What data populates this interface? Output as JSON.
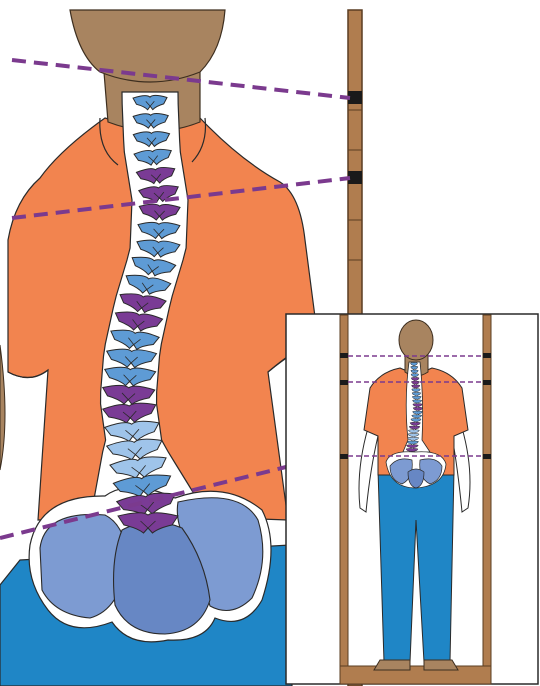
{
  "colors": {
    "background": "#ffffff",
    "skin": "#a88460",
    "skin_outline": "#3d2e1f",
    "shirt": "#f2844f",
    "trousers": "#1f86c6",
    "pelvis": "#7d9bd2",
    "pelvis_dark": "#6787c4",
    "vertebra_blue": "#5e9bd5",
    "vertebra_light": "#9fc4ea",
    "vertebra_purple": "#7a3b95",
    "ruler_wood": "#b07d4f",
    "ruler_mark": "#1a1a1a",
    "dashed_line": "#7b3a8e",
    "outline": "#2a2a2a"
  },
  "illustration": {
    "main_view": {
      "icon": "spine-closeup-back-view",
      "vertebrae_count": 24
    },
    "inset_view": {
      "icon": "full-body-back-view",
      "vertebrae_count": 24
    },
    "dashed_line_count": 3
  }
}
